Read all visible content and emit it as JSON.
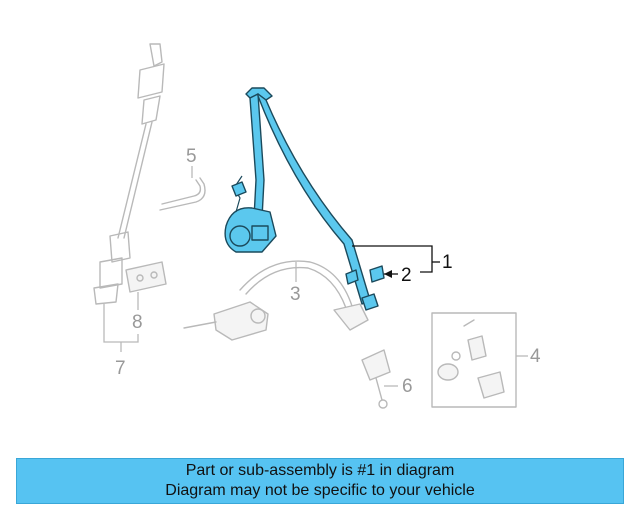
{
  "callouts": {
    "c1": "1",
    "c2": "2",
    "c3": "3",
    "c4": "4",
    "c5": "5",
    "c6": "6",
    "c7": "7",
    "c8": "8"
  },
  "highlight_color": "#56c3f2",
  "banner": {
    "line1": "Part or sub-assembly is #1 in diagram",
    "line2": "Diagram may not be specific to your vehicle"
  }
}
